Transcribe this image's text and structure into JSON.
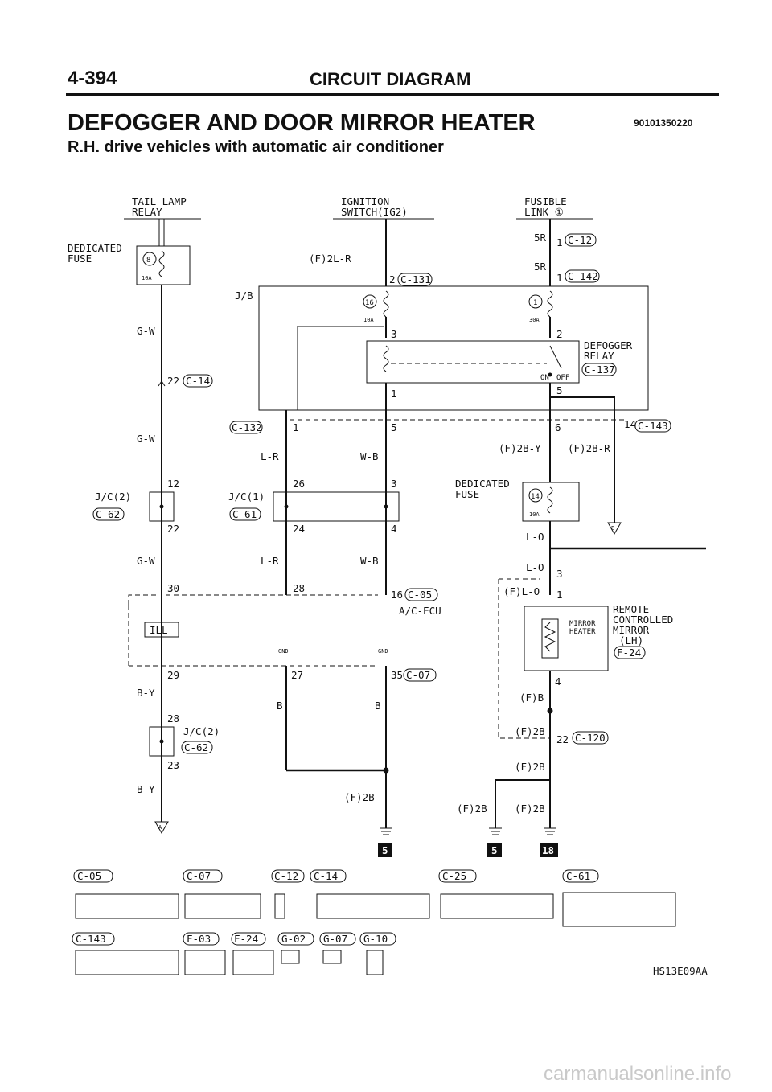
{
  "header": {
    "page_number": "4-394",
    "section": "CIRCUIT DIAGRAM",
    "title": "DEFOGGER AND DOOR MIRROR HEATER",
    "subtitle": "R.H. drive vehicles with automatic air conditioner",
    "doc_id": "90101350220"
  },
  "labels": {
    "tail_lamp": "TAIL LAMP",
    "relay": "RELAY",
    "ignition": "IGNITION",
    "switch_ig2": "SWITCH(IG2)",
    "fusible": "FUSIBLE",
    "link1": "LINK ①",
    "dedicated": "DEDICATED",
    "fuse": "FUSE",
    "fuse8": "8",
    "amp10": "10A",
    "fuse16": "16",
    "fuse1": "1",
    "amp30": "30A",
    "fuse14": "14",
    "jb": "J/B",
    "f2lr": "(F)2L-R",
    "n2": "2",
    "c131": "C-131",
    "r5a": "5R",
    "r5b": "5R",
    "n1a": "1",
    "n1b": "1",
    "c12": "C-12",
    "c142": "C-142",
    "gw": "G-W",
    "n22a": "22",
    "c14": "C-14",
    "n3a": "3",
    "n2b": "2",
    "defogger": "DEFOGGER",
    "relay2": "RELAY",
    "c137": "C-137",
    "on": "ON",
    "off": "OFF",
    "n1c": "1",
    "n5a": "5",
    "c132": "C-132",
    "n1d": "1",
    "n5b": "5",
    "n6": "6",
    "n14": "14",
    "c143": "C-143",
    "lr": "L-R",
    "wb": "W-B",
    "f2by": "(F)2B-Y",
    "f2br": "(F)2B-R",
    "n12": "12",
    "jc2": "J/C(2)",
    "c62": "C-62",
    "n22b": "22",
    "n26": "26",
    "jc1": "J/C(1)",
    "c61": "C-61",
    "n24": "24",
    "n3b": "3",
    "n4a": "4",
    "lo": "L-O",
    "b_mark": "B",
    "n30": "30",
    "n28a": "28",
    "n16": "16",
    "c05": "C-05",
    "acecu": "A/C-ECU",
    "f_lo": "(F)L-O",
    "n3c": "3",
    "n1e": "1",
    "ill": "ILL",
    "gnd": "GND",
    "n29": "29",
    "n27": "27",
    "n35": "35",
    "c07": "C-07",
    "mirror": "MIRROR",
    "heater": "HEATER",
    "remote": "REMOTE",
    "controlled": "CONTROLLED",
    "mirror2": "MIRROR",
    "lh": "(LH)",
    "f24": "F-24",
    "n4b": "4",
    "by": "B-Y",
    "b": "B",
    "f_b": "(F)B",
    "n28b": "28",
    "f2b": "(F)2B",
    "n22c": "22",
    "c120": "C-120",
    "n23": "23",
    "a_mark": "A",
    "ground5": "5",
    "ground18": "18",
    "f03": "F-03",
    "g02": "G-02",
    "g07": "G-07",
    "g10": "G-10",
    "c25": "C-25",
    "ref": "HS13E09AA"
  },
  "watermark": "carmanualsonline.info"
}
